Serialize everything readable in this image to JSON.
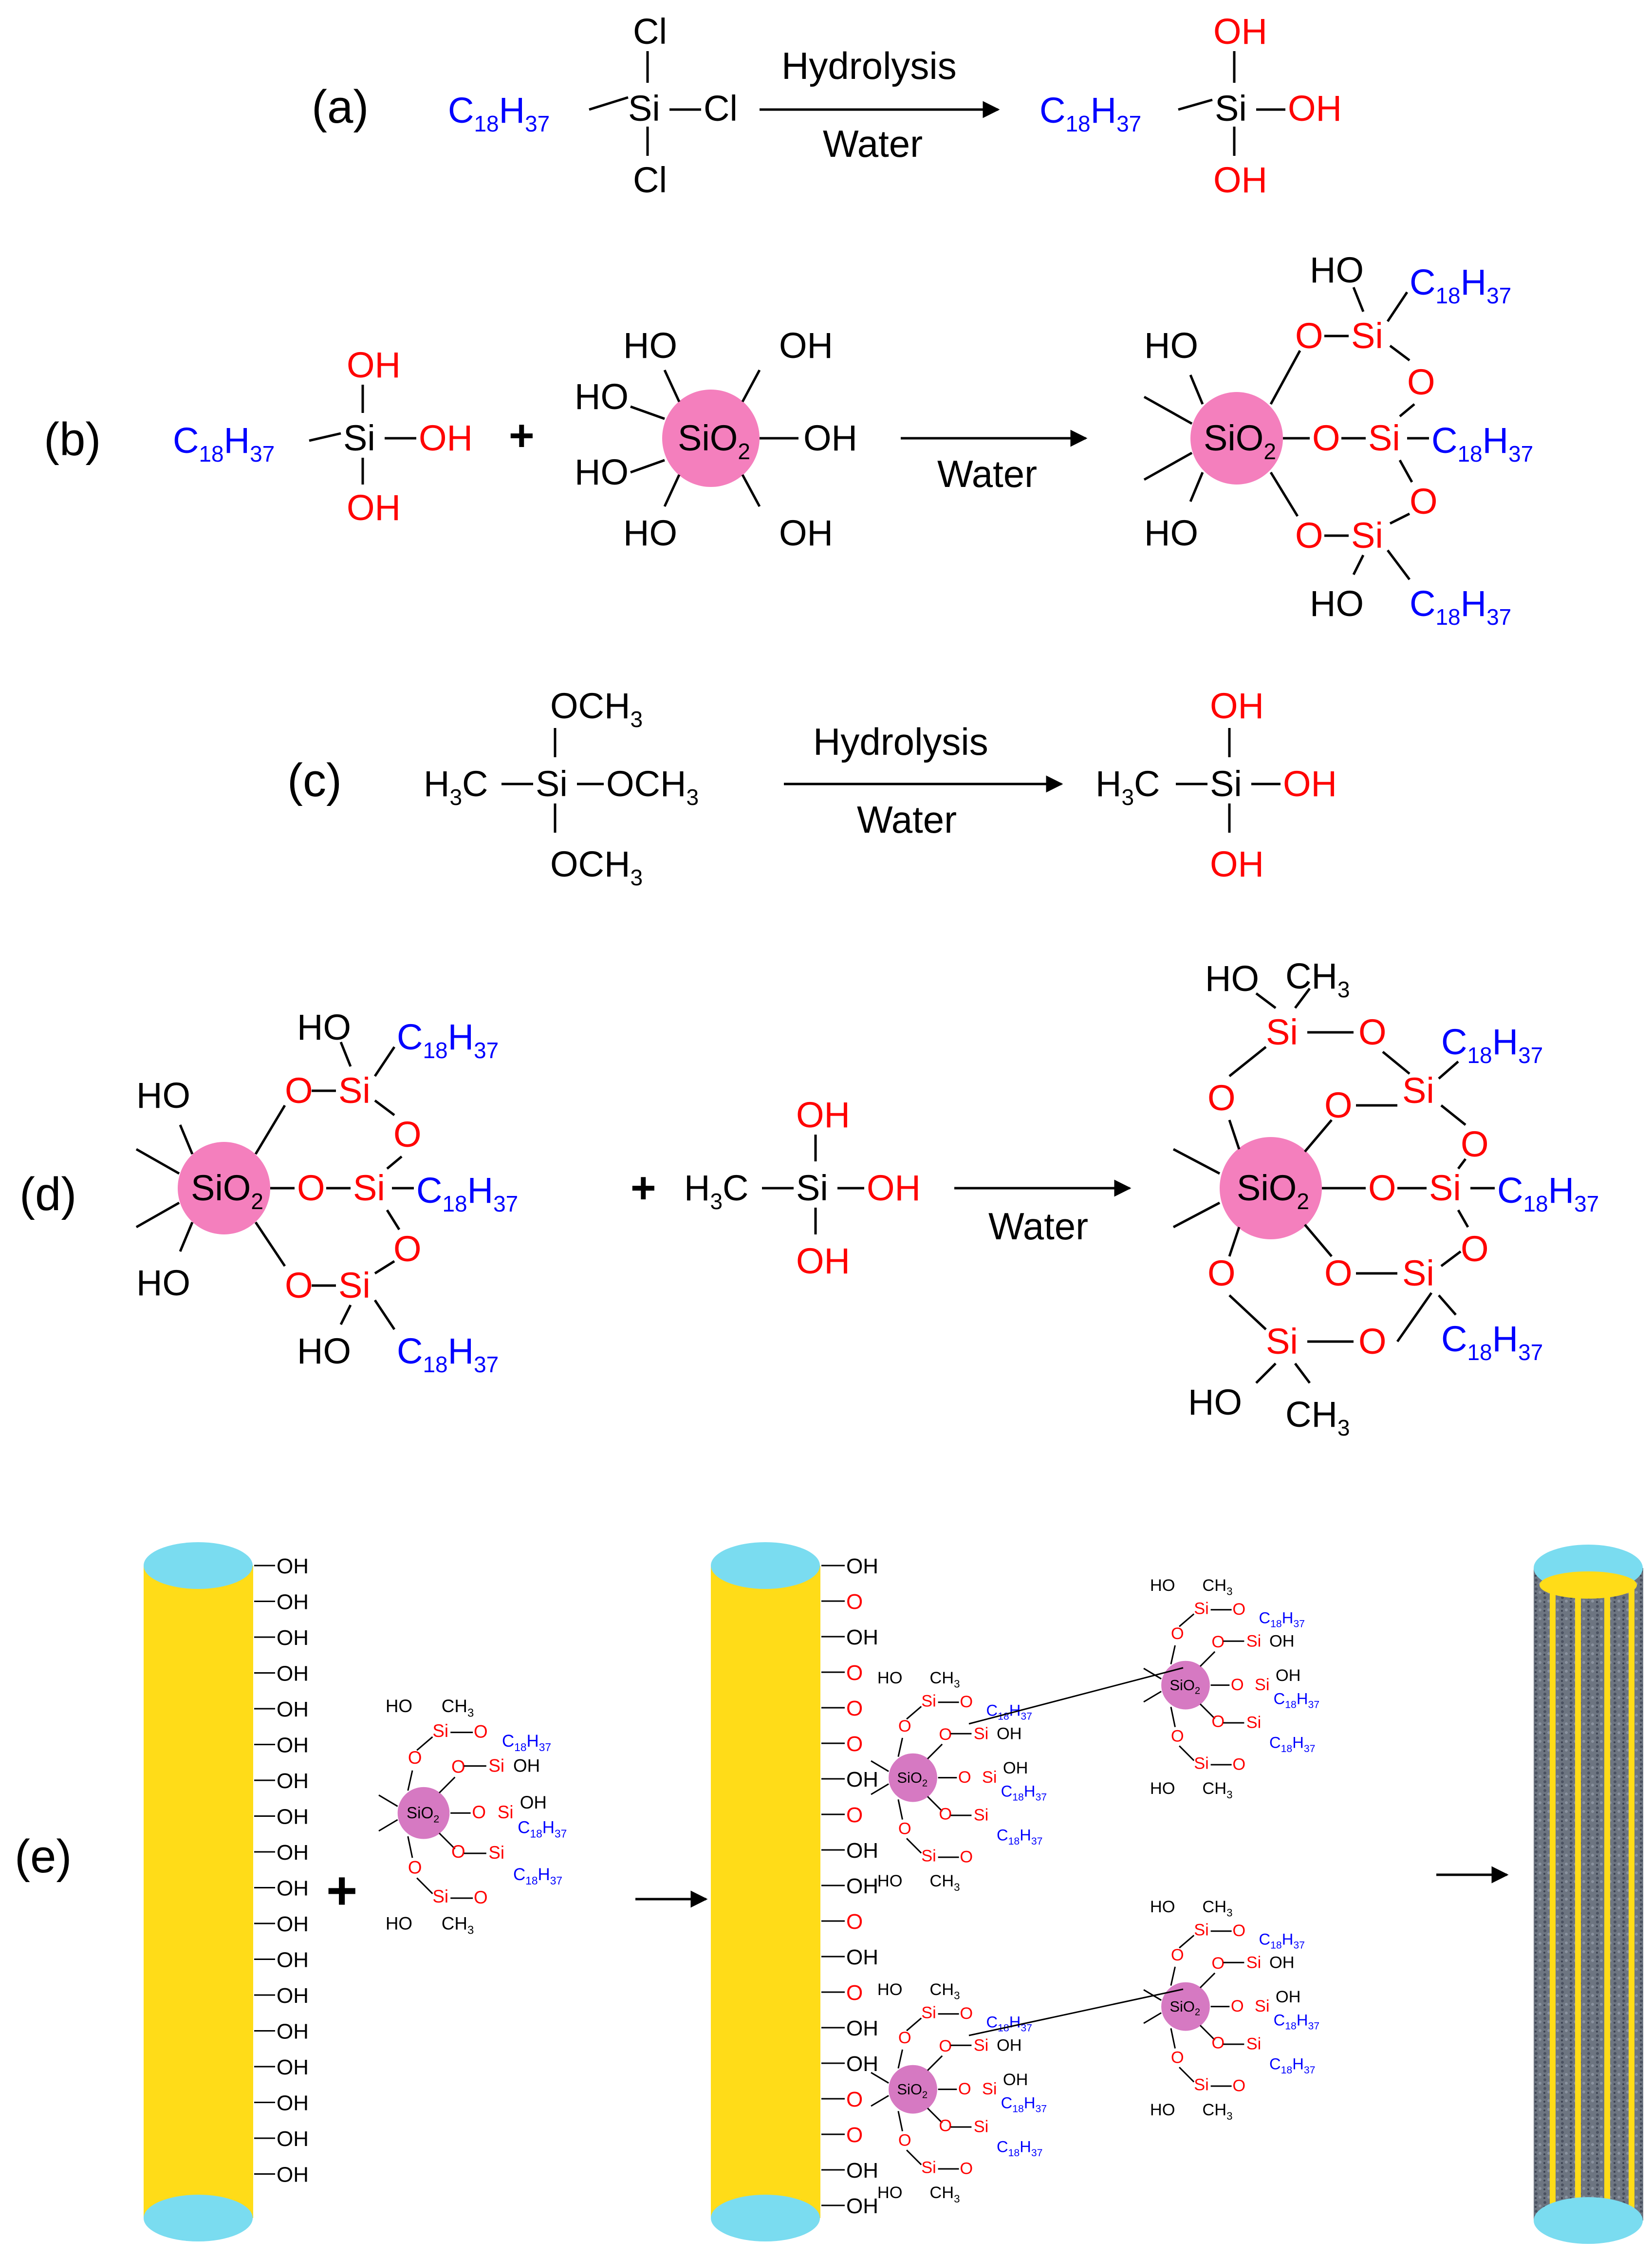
{
  "colors": {
    "bond": "#000000",
    "silicon_oxygen": "#ff0000",
    "alkyl": "#0000ff",
    "nanoparticle": "#f47fbd",
    "nanoparticle_small": "#d679c2",
    "fiber_body": "#ffdc18",
    "fiber_cap": "#7adcf0",
    "fiber_coated": "#6d7581"
  },
  "panel_labels": [
    "(a)",
    "(b)",
    "(c)",
    "(d)",
    "(e)"
  ],
  "arrows": {
    "hydrolysis": "Hydrolysis",
    "water": "Water"
  },
  "chem": {
    "cl": "Cl",
    "si": "Si",
    "oh": "OH",
    "ho": "HO",
    "o": "O",
    "c": "C",
    "h": "H",
    "n18": "18",
    "n37": "37",
    "n3": "3",
    "n2": "2",
    "sio": "SiO",
    "och": "OCH",
    "plus": "+"
  }
}
